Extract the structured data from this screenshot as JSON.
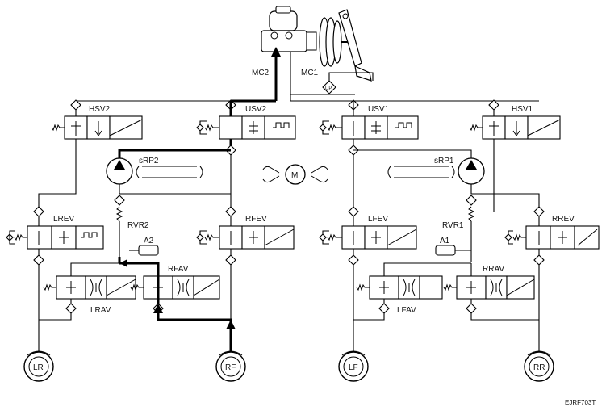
{
  "diagram": {
    "reference_code": "EJRF703T",
    "labels": {
      "mc1": "MC1",
      "mc2": "MC2",
      "hsv1": "HSV1",
      "hsv2": "HSV2",
      "usv1": "USV1",
      "usv2": "USV2",
      "srp1": "sRP1",
      "srp2": "sRP2",
      "motor": "M",
      "lrev": "LREV",
      "rfev": "RFEV",
      "lfev": "LFEV",
      "rrev": "RREV",
      "rvr1": "RVR1",
      "rvr2": "RVR2",
      "a1": "A1",
      "a2": "A2",
      "lrav": "LRAV",
      "rfav": "RFAV",
      "lfav": "LFAV",
      "rrav": "RRAV",
      "lr": "LR",
      "rf": "RF",
      "lf": "LF",
      "rr": "RR",
      "up": "UP"
    },
    "colors": {
      "line": "#000000",
      "background": "#ffffff",
      "body_fill": "#f4f4f4"
    }
  }
}
